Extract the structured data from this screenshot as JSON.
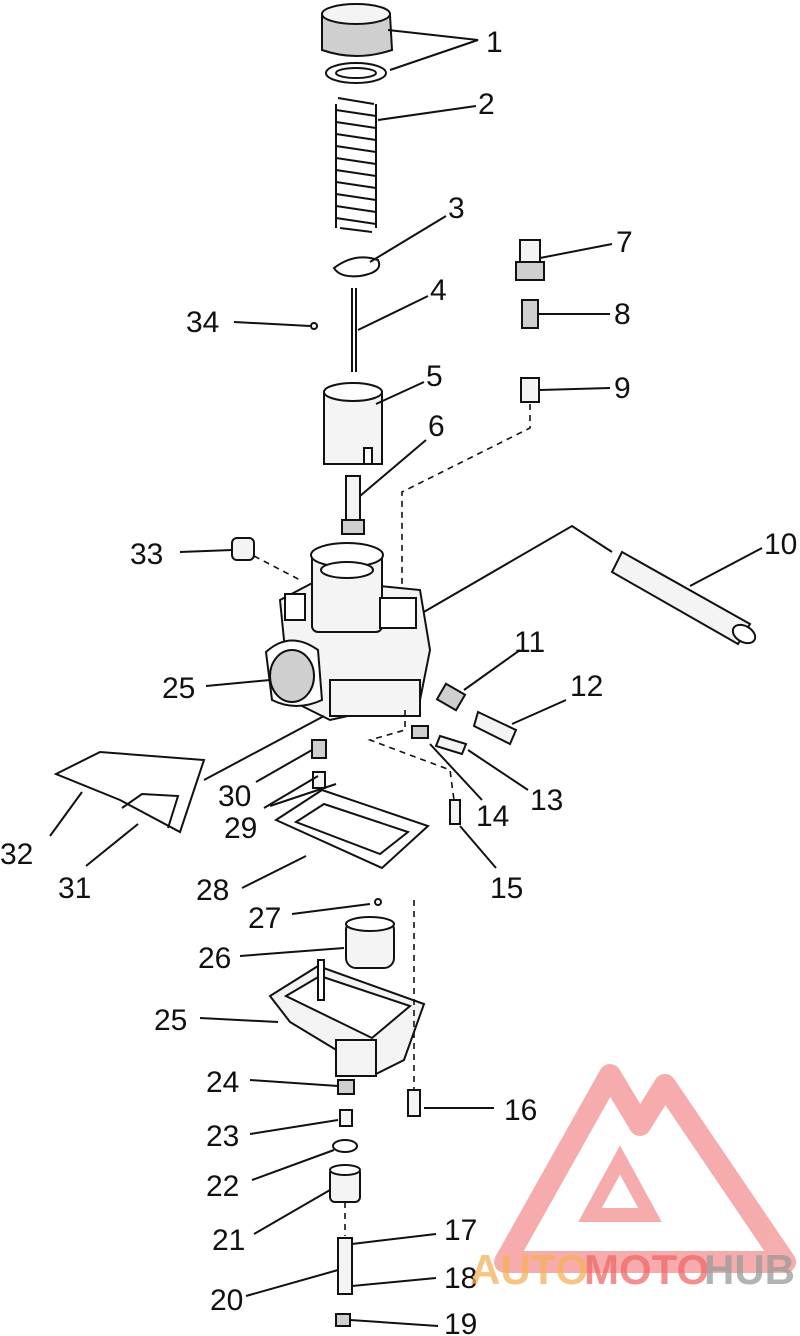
{
  "labels": {
    "l1": "1",
    "l2": "2",
    "l3": "3",
    "l4": "4",
    "l5": "5",
    "l6": "6",
    "l7": "7",
    "l8": "8",
    "l9": "9",
    "l10": "10",
    "l11": "11",
    "l12": "12",
    "l13": "13",
    "l14": "14",
    "l15": "15",
    "l16": "16",
    "l17": "17",
    "l18": "18",
    "l19": "19",
    "l20": "20",
    "l21": "21",
    "l22": "22",
    "l23": "23",
    "l24": "24",
    "l25a": "25",
    "l25b": "25",
    "l26": "26",
    "l27": "27",
    "l28": "28",
    "l29": "29",
    "l30": "30",
    "l31": "31",
    "l32": "32",
    "l33": "33",
    "l34": "34"
  },
  "watermark": {
    "part1": "AUTO",
    "part2": "MOTO",
    "part3": "HUB",
    "color_1": "#f5b25a",
    "color_2": "#ef6a6a",
    "color_3": "#9a9a9a"
  }
}
